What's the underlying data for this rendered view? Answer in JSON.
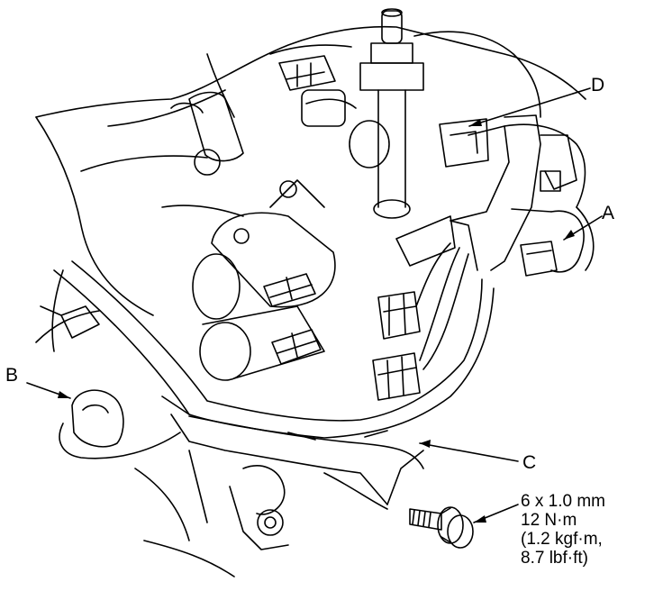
{
  "labels": {
    "a": "A",
    "b": "B",
    "c": "C",
    "d": "D"
  },
  "torque_spec": {
    "size": "6 x 1.0 mm",
    "torque_nm": "12 N·m",
    "torque_kgf": "(1.2 kgf·m,",
    "torque_lbf": "8.7 lbf·ft)"
  },
  "colors": {
    "line": "#000000",
    "background": "#ffffff"
  }
}
